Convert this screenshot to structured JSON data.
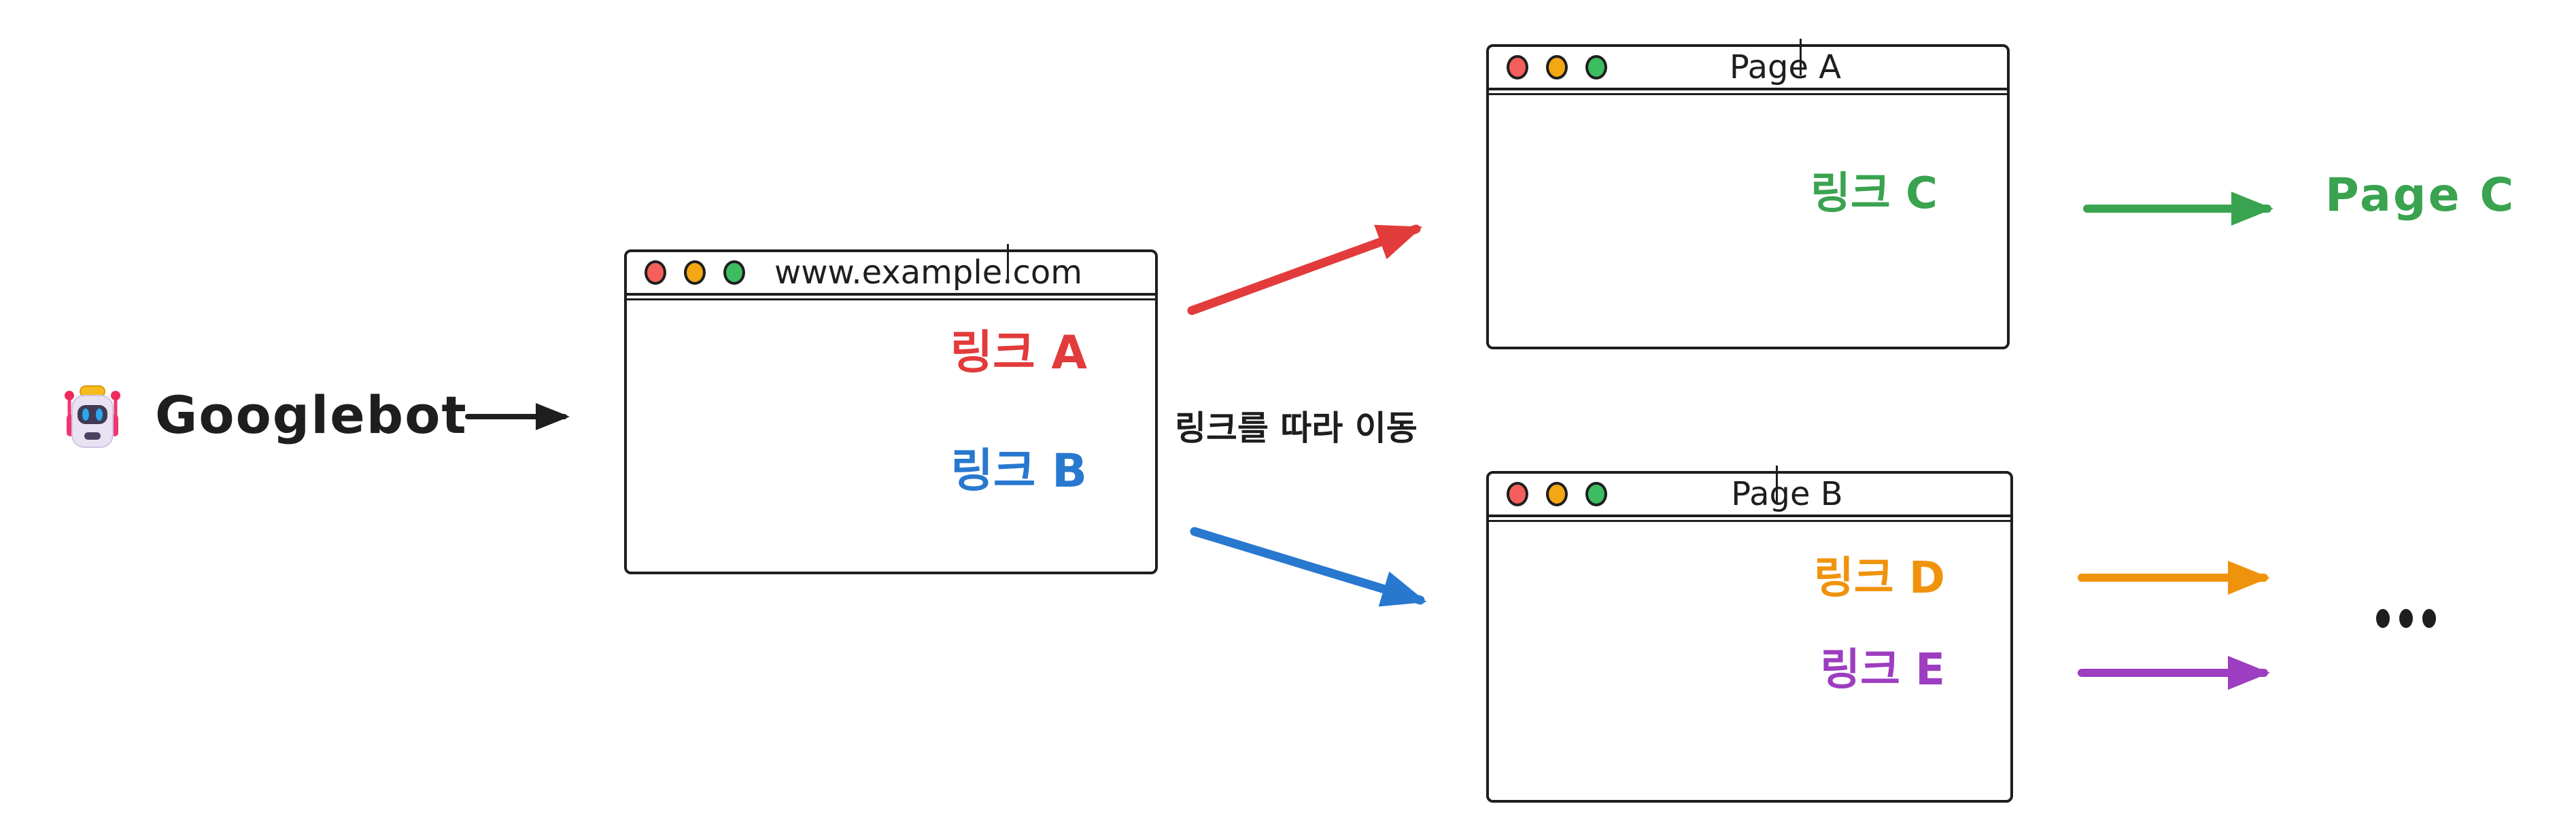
{
  "colors": {
    "ink": "#1e1e1e",
    "red": "#e23b3b",
    "blue": "#2878cf",
    "green": "#3aa34f",
    "orange": "#f0930c",
    "purple": "#9d3dc0",
    "dot_red": "#f45f5b",
    "dot_yellow": "#f3a712",
    "dot_green": "#3cbd60"
  },
  "crawler": {
    "label": "Googlebot",
    "icon": "robot-emoji"
  },
  "flow_label": "링크를 따라 이동",
  "windows": {
    "example": {
      "title": "www.example.com",
      "traffic_lights": [
        "red",
        "yellow",
        "green"
      ],
      "links": [
        {
          "label": "링크 A",
          "color": "red"
        },
        {
          "label": "링크 B",
          "color": "blue"
        }
      ]
    },
    "page_a": {
      "title": "Page A",
      "traffic_lights": [
        "red",
        "yellow",
        "green"
      ],
      "links": [
        {
          "label": "링크 C",
          "color": "green"
        }
      ]
    },
    "page_b": {
      "title": "Page B",
      "traffic_lights": [
        "red",
        "yellow",
        "green"
      ],
      "links": [
        {
          "label": "링크 D",
          "color": "orange"
        },
        {
          "label": "링크 E",
          "color": "purple"
        }
      ]
    }
  },
  "page_c_label": "Page C",
  "more_indicator": "...",
  "arrows": [
    {
      "name": "googlebot-to-example",
      "color": "ink"
    },
    {
      "name": "link-a-to-page-a",
      "color": "red"
    },
    {
      "name": "link-b-to-page-b",
      "color": "blue"
    },
    {
      "name": "link-c-to-page-c",
      "color": "green"
    },
    {
      "name": "link-d-to-more",
      "color": "orange"
    },
    {
      "name": "link-e-to-more",
      "color": "purple"
    }
  ]
}
